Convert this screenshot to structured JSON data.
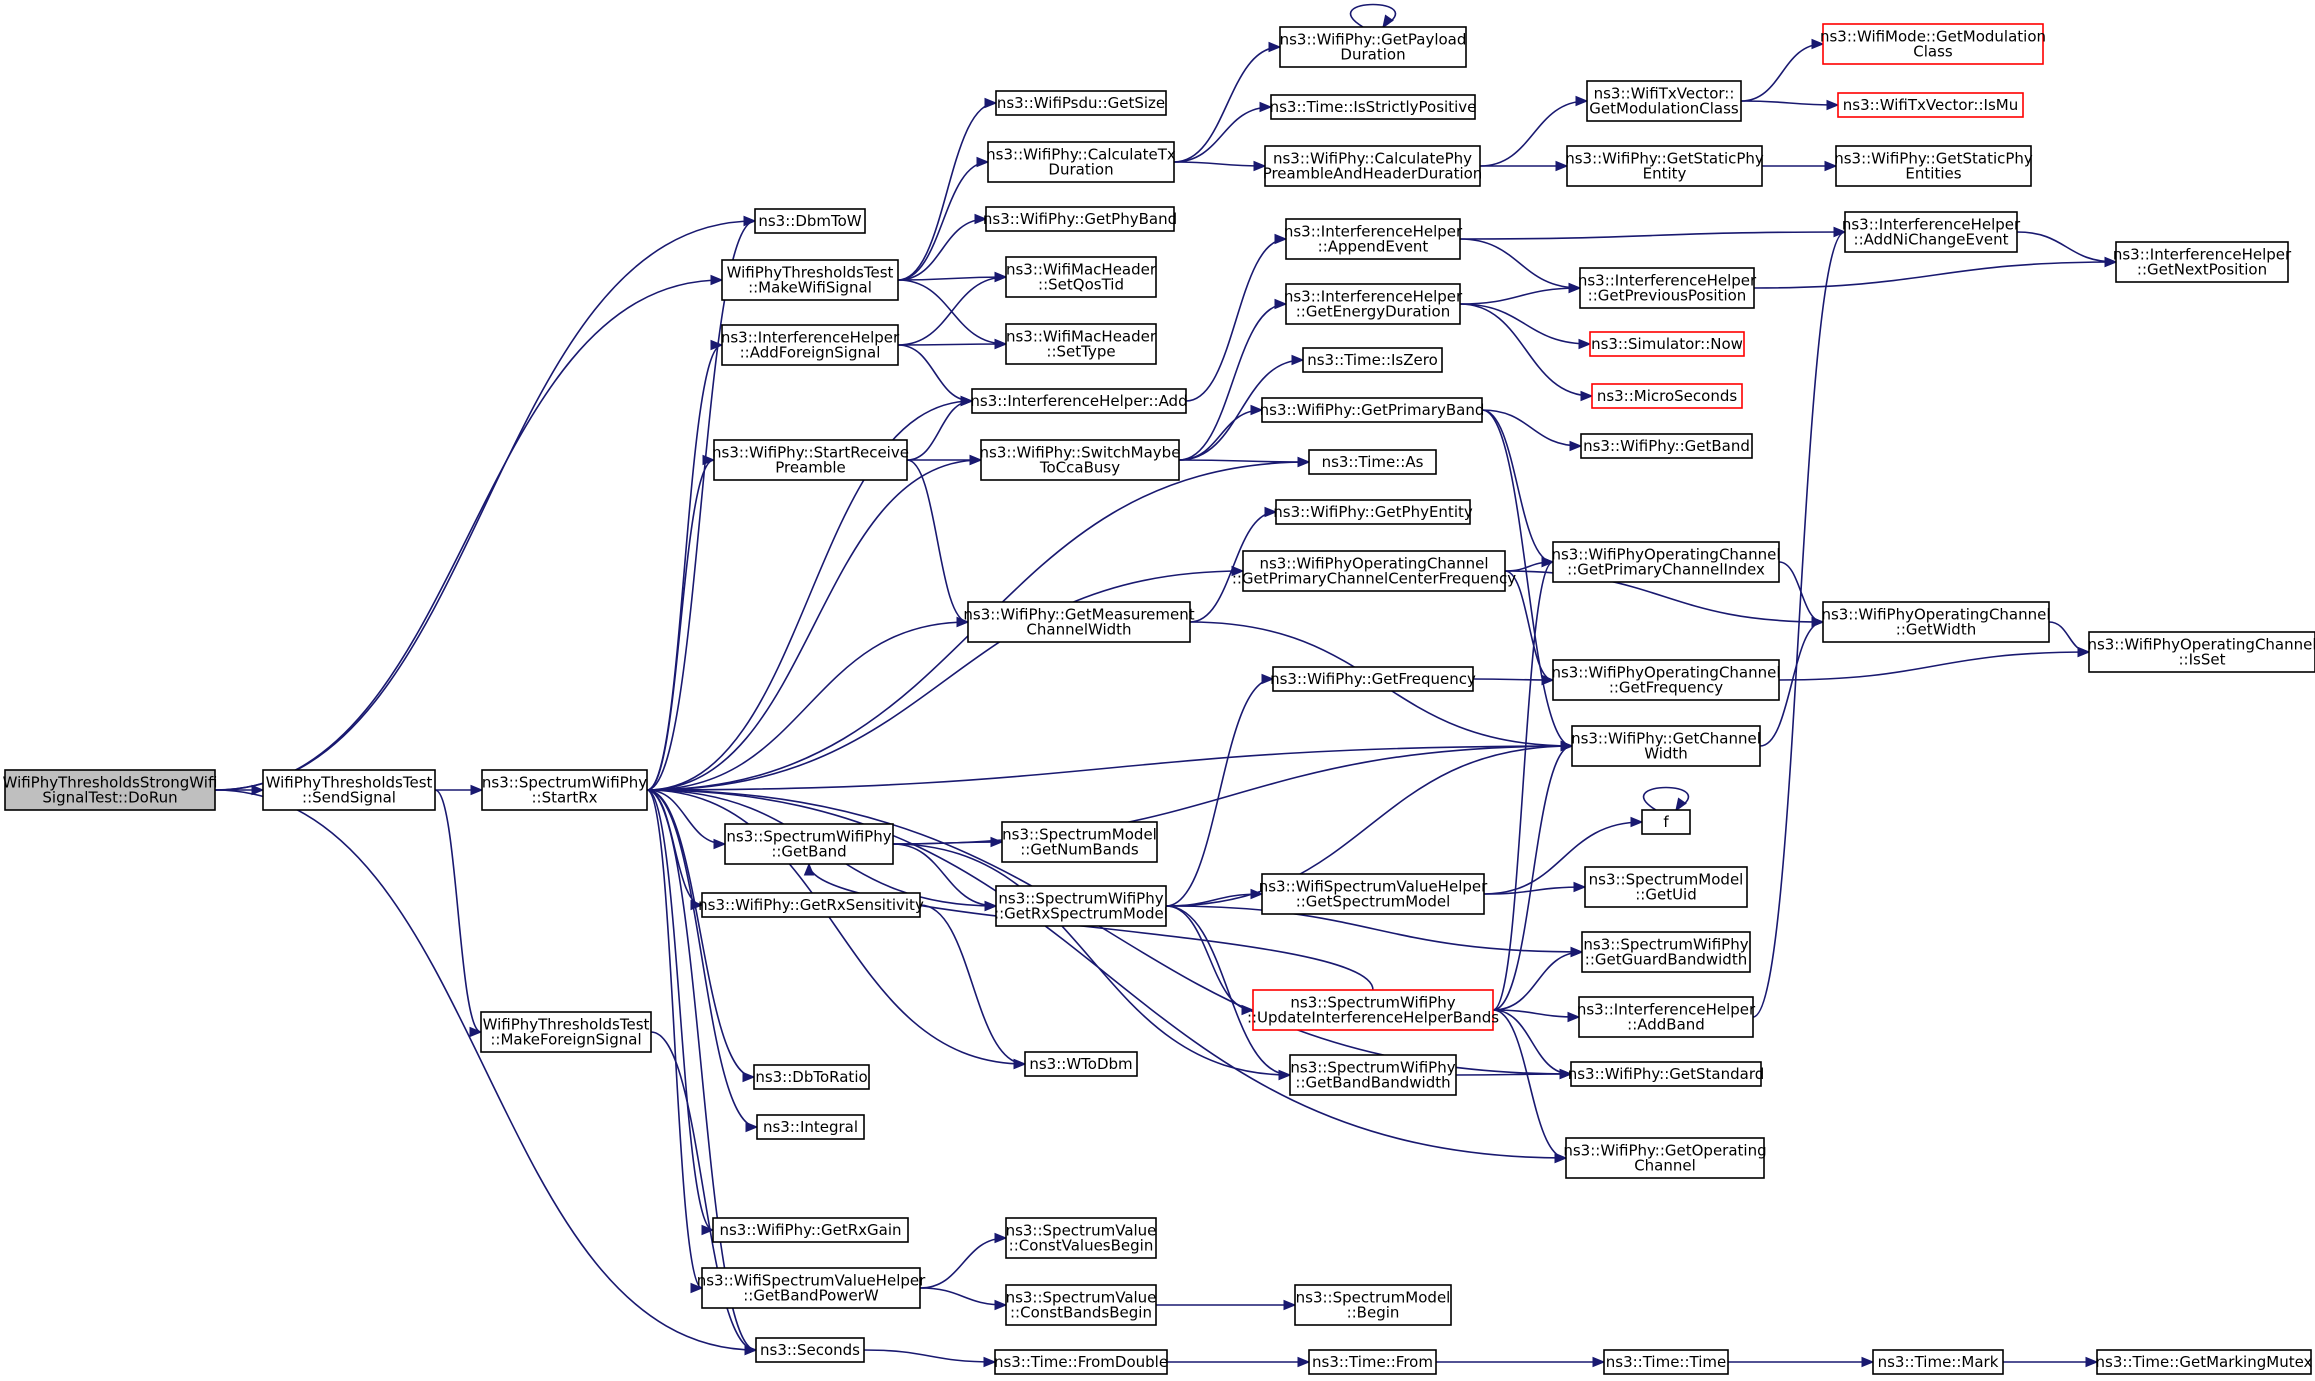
{
  "nodes": [
    {
      "id": "dorun",
      "lines": [
        "WifiPhyThresholdsStrongWifi",
        "SignalTest::DoRun"
      ],
      "style": "root"
    },
    {
      "id": "sendsignal",
      "lines": [
        "WifiPhyThresholdsTest",
        "::SendSignal"
      ]
    },
    {
      "id": "startrx",
      "lines": [
        "ns3::SpectrumWifiPhy",
        "::StartRx"
      ]
    },
    {
      "id": "makeforeign",
      "lines": [
        "WifiPhyThresholdsTest",
        "::MakeForeignSignal"
      ]
    },
    {
      "id": "makewifi",
      "lines": [
        "WifiPhyThresholdsTest",
        "::MakeWifiSignal"
      ]
    },
    {
      "id": "dbmtow",
      "lines": [
        "ns3::DbmToW"
      ]
    },
    {
      "id": "addforeign",
      "lines": [
        "ns3::InterferenceHelper",
        "::AddForeignSignal"
      ]
    },
    {
      "id": "startreceive",
      "lines": [
        "ns3::WifiPhy::StartReceive",
        "Preamble"
      ]
    },
    {
      "id": "spgetband",
      "lines": [
        "ns3::SpectrumWifiPhy",
        "::GetBand"
      ]
    },
    {
      "id": "getrxsens",
      "lines": [
        "ns3::WifiPhy::GetRxSensitivity"
      ]
    },
    {
      "id": "dbtoratio",
      "lines": [
        "ns3::DbToRatio"
      ]
    },
    {
      "id": "integral",
      "lines": [
        "ns3::Integral"
      ]
    },
    {
      "id": "getrxgain",
      "lines": [
        "ns3::WifiPhy::GetRxGain"
      ]
    },
    {
      "id": "getbandpower",
      "lines": [
        "ns3::WifiSpectrumValueHelper",
        "::GetBandPowerW"
      ]
    },
    {
      "id": "seconds",
      "lines": [
        "ns3::Seconds"
      ]
    },
    {
      "id": "psdusize",
      "lines": [
        "ns3::WifiPsdu::GetSize"
      ]
    },
    {
      "id": "calctx",
      "lines": [
        "ns3::WifiPhy::CalculateTx",
        "Duration"
      ]
    },
    {
      "id": "getphyband",
      "lines": [
        "ns3::WifiPhy::GetPhyBand"
      ]
    },
    {
      "id": "setqostid",
      "lines": [
        "ns3::WifiMacHeader",
        "::SetQosTid"
      ]
    },
    {
      "id": "settype",
      "lines": [
        "ns3::WifiMacHeader",
        "::SetType"
      ]
    },
    {
      "id": "ihadd",
      "lines": [
        "ns3::InterferenceHelper::Add"
      ]
    },
    {
      "id": "switchcca",
      "lines": [
        "ns3::WifiPhy::SwitchMaybe",
        "ToCcaBusy"
      ]
    },
    {
      "id": "getmeaswidth",
      "lines": [
        "ns3::WifiPhy::GetMeasurement",
        "ChannelWidth"
      ]
    },
    {
      "id": "getnumbands",
      "lines": [
        "ns3::SpectrumModel",
        "::GetNumBands"
      ]
    },
    {
      "id": "getrxspec",
      "lines": [
        "ns3::SpectrumWifiPhy",
        "::GetRxSpectrumModel"
      ]
    },
    {
      "id": "wtodbm",
      "lines": [
        "ns3::WToDbm"
      ]
    },
    {
      "id": "constvalues",
      "lines": [
        "ns3::SpectrumValue",
        "::ConstValuesBegin"
      ]
    },
    {
      "id": "constbands",
      "lines": [
        "ns3::SpectrumValue",
        "::ConstBandsBegin"
      ]
    },
    {
      "id": "fromdouble",
      "lines": [
        "ns3::Time::FromDouble"
      ]
    },
    {
      "id": "getpayload",
      "lines": [
        "ns3::WifiPhy::GetPayload",
        "Duration"
      ]
    },
    {
      "id": "strictpos",
      "lines": [
        "ns3::Time::IsStrictlyPositive"
      ]
    },
    {
      "id": "calcpreamble",
      "lines": [
        "ns3::WifiPhy::CalculatePhy",
        "PreambleAndHeaderDuration"
      ]
    },
    {
      "id": "appendevent",
      "lines": [
        "ns3::InterferenceHelper",
        "::AppendEvent"
      ]
    },
    {
      "id": "getenergy",
      "lines": [
        "ns3::InterferenceHelper",
        "::GetEnergyDuration"
      ]
    },
    {
      "id": "iszero",
      "lines": [
        "ns3::Time::IsZero"
      ]
    },
    {
      "id": "getprimaryband",
      "lines": [
        "ns3::WifiPhy::GetPrimaryBand"
      ]
    },
    {
      "id": "timeas",
      "lines": [
        "ns3::Time::As"
      ]
    },
    {
      "id": "getphyentity",
      "lines": [
        "ns3::WifiPhy::GetPhyEntity"
      ]
    },
    {
      "id": "primcenterfreq",
      "lines": [
        "ns3::WifiPhyOperatingChannel",
        "::GetPrimaryChannelCenterFrequency"
      ]
    },
    {
      "id": "getfrequency",
      "lines": [
        "ns3::WifiPhy::GetFrequency"
      ]
    },
    {
      "id": "getspecmodel",
      "lines": [
        "ns3::WifiSpectrumValueHelper",
        "::GetSpectrumModel"
      ]
    },
    {
      "id": "updateihbands",
      "lines": [
        "ns3::SpectrumWifiPhy",
        "::UpdateInterferenceHelperBands"
      ],
      "style": "red"
    },
    {
      "id": "getbandbw",
      "lines": [
        "ns3::SpectrumWifiPhy",
        "::GetBandBandwidth"
      ]
    },
    {
      "id": "modelbegin",
      "lines": [
        "ns3::SpectrumModel",
        "::Begin"
      ]
    },
    {
      "id": "timefrom",
      "lines": [
        "ns3::Time::From"
      ]
    },
    {
      "id": "getmodclass",
      "lines": [
        "ns3::WifiTxVector::",
        "GetModulationClass"
      ]
    },
    {
      "id": "getstaticphy",
      "lines": [
        "ns3::WifiPhy::GetStaticPhy",
        "Entity"
      ]
    },
    {
      "id": "getprevpos",
      "lines": [
        "ns3::InterferenceHelper",
        "::GetPreviousPosition"
      ]
    },
    {
      "id": "simnow",
      "lines": [
        "ns3::Simulator::Now"
      ],
      "style": "red"
    },
    {
      "id": "microseconds",
      "lines": [
        "ns3::MicroSeconds"
      ],
      "style": "red"
    },
    {
      "id": "getbandwp",
      "lines": [
        "ns3::WifiPhy::GetBand"
      ]
    },
    {
      "id": "primchidx",
      "lines": [
        "ns3::WifiPhyOperatingChannel",
        "::GetPrimaryChannelIndex"
      ]
    },
    {
      "id": "opchfreq",
      "lines": [
        "ns3::WifiPhyOperatingChannel",
        "::GetFrequency"
      ]
    },
    {
      "id": "getchwidth",
      "lines": [
        "ns3::WifiPhy::GetChannel",
        "Width"
      ]
    },
    {
      "id": "ff",
      "lines": [
        "f"
      ]
    },
    {
      "id": "getuid",
      "lines": [
        "ns3::SpectrumModel",
        "::GetUid"
      ]
    },
    {
      "id": "getguardbw",
      "lines": [
        "ns3::SpectrumWifiPhy",
        "::GetGuardBandwidth"
      ]
    },
    {
      "id": "ihaddband",
      "lines": [
        "ns3::InterferenceHelper",
        "::AddBand"
      ]
    },
    {
      "id": "getstandard",
      "lines": [
        "ns3::WifiPhy::GetStandard"
      ]
    },
    {
      "id": "getopchannel",
      "lines": [
        "ns3::WifiPhy::GetOperating",
        "Channel"
      ]
    },
    {
      "id": "timetime",
      "lines": [
        "ns3::Time::Time"
      ]
    },
    {
      "id": "getmodclassmode",
      "lines": [
        "ns3::WifiMode::GetModulation",
        "Class"
      ],
      "style": "red"
    },
    {
      "id": "ismu",
      "lines": [
        "ns3::WifiTxVector::IsMu"
      ],
      "style": "red"
    },
    {
      "id": "getstaticphyents",
      "lines": [
        "ns3::WifiPhy::GetStaticPhy",
        "Entities"
      ]
    },
    {
      "id": "addnichange",
      "lines": [
        "ns3::InterferenceHelper",
        "::AddNiChangeEvent"
      ]
    },
    {
      "id": "getnextpos",
      "lines": [
        "ns3::InterferenceHelper",
        "::GetNextPosition"
      ]
    },
    {
      "id": "opchwidth",
      "lines": [
        "ns3::WifiPhyOperatingChannel",
        "::GetWidth"
      ]
    },
    {
      "id": "opchisset",
      "lines": [
        "ns3::WifiPhyOperatingChannel",
        "::IsSet"
      ]
    },
    {
      "id": "timemark",
      "lines": [
        "ns3::Time::Mark"
      ]
    },
    {
      "id": "getmarkingmutex",
      "lines": [
        "ns3::Time::GetMarkingMutex"
      ]
    }
  ],
  "edges": [
    [
      "dorun",
      "dbmtow"
    ],
    [
      "dorun",
      "makewifi"
    ],
    [
      "dorun",
      "sendsignal"
    ],
    [
      "dorun",
      "seconds"
    ],
    [
      "sendsignal",
      "startrx"
    ],
    [
      "sendsignal",
      "makeforeign"
    ],
    [
      "makeforeign",
      "seconds"
    ],
    [
      "makewifi",
      "psdusize"
    ],
    [
      "makewifi",
      "calctx"
    ],
    [
      "makewifi",
      "getphyband"
    ],
    [
      "makewifi",
      "setqostid"
    ],
    [
      "makewifi",
      "settype"
    ],
    [
      "addforeign",
      "setqostid"
    ],
    [
      "addforeign",
      "settype"
    ],
    [
      "addforeign",
      "ihadd"
    ],
    [
      "startreceive",
      "ihadd"
    ],
    [
      "startreceive",
      "switchcca"
    ],
    [
      "startreceive",
      "getmeaswidth"
    ],
    [
      "startrx",
      "dbmtow"
    ],
    [
      "startrx",
      "addforeign"
    ],
    [
      "startrx",
      "ihadd"
    ],
    [
      "startrx",
      "startreceive"
    ],
    [
      "startrx",
      "switchcca"
    ],
    [
      "startrx",
      "timeas"
    ],
    [
      "startrx",
      "primcenterfreq"
    ],
    [
      "startrx",
      "getmeaswidth"
    ],
    [
      "startrx",
      "getchwidth"
    ],
    [
      "startrx",
      "spgetband"
    ],
    [
      "startrx",
      "getrxsens"
    ],
    [
      "startrx",
      "wtodbm"
    ],
    [
      "startrx",
      "dbtoratio"
    ],
    [
      "startrx",
      "integral"
    ],
    [
      "startrx",
      "getrxgain"
    ],
    [
      "startrx",
      "getbandpower"
    ],
    [
      "startrx",
      "seconds"
    ],
    [
      "startrx",
      "getstandard"
    ],
    [
      "startrx",
      "getopchannel"
    ],
    [
      "startrx",
      "getrxspec"
    ],
    [
      "calctx",
      "getpayload"
    ],
    [
      "calctx",
      "strictpos"
    ],
    [
      "calctx",
      "calcpreamble"
    ],
    [
      "getpayload",
      "getpayload"
    ],
    [
      "calcpreamble",
      "getmodclass"
    ],
    [
      "calcpreamble",
      "getstaticphy"
    ],
    [
      "getmodclass",
      "getmodclassmode"
    ],
    [
      "getmodclass",
      "ismu"
    ],
    [
      "getstaticphy",
      "getstaticphyents"
    ],
    [
      "ihadd",
      "appendevent"
    ],
    [
      "appendevent",
      "addnichange"
    ],
    [
      "appendevent",
      "getprevpos"
    ],
    [
      "switchcca",
      "getenergy"
    ],
    [
      "switchcca",
      "iszero"
    ],
    [
      "switchcca",
      "getprimaryband"
    ],
    [
      "switchcca",
      "timeas"
    ],
    [
      "getenergy",
      "getprevpos"
    ],
    [
      "getenergy",
      "simnow"
    ],
    [
      "getenergy",
      "microseconds"
    ],
    [
      "getprevpos",
      "getnextpos"
    ],
    [
      "addnichange",
      "getnextpos"
    ],
    [
      "getprimaryband",
      "getbandwp"
    ],
    [
      "getprimaryband",
      "primchidx"
    ],
    [
      "getprimaryband",
      "getchwidth"
    ],
    [
      "getmeaswidth",
      "getphyentity"
    ],
    [
      "getmeaswidth",
      "getchwidth"
    ],
    [
      "primcenterfreq",
      "primchidx"
    ],
    [
      "primcenterfreq",
      "opchfreq"
    ],
    [
      "primcenterfreq",
      "opchwidth"
    ],
    [
      "primchidx",
      "opchwidth"
    ],
    [
      "opchwidth",
      "opchisset"
    ],
    [
      "opchfreq",
      "opchisset"
    ],
    [
      "getfrequency",
      "opchfreq"
    ],
    [
      "getchwidth",
      "opchwidth"
    ],
    [
      "spgetband",
      "getnumbands"
    ],
    [
      "spgetband",
      "getrxspec"
    ],
    [
      "spgetband",
      "getchwidth"
    ],
    [
      "spgetband",
      "getbandbw"
    ],
    [
      "getrxspec",
      "getfrequency"
    ],
    [
      "getrxspec",
      "getchwidth"
    ],
    [
      "getrxspec",
      "getspecmodel"
    ],
    [
      "getrxspec",
      "getguardbw"
    ],
    [
      "getrxspec",
      "updateihbands"
    ],
    [
      "getrxspec",
      "getbandbw"
    ],
    [
      "getspecmodel",
      "ff"
    ],
    [
      "getspecmodel",
      "getuid"
    ],
    [
      "ff",
      "ff"
    ],
    [
      "updateihbands",
      "spgetband"
    ],
    [
      "updateihbands",
      "primchidx"
    ],
    [
      "updateihbands",
      "getchwidth"
    ],
    [
      "updateihbands",
      "getguardbw"
    ],
    [
      "updateihbands",
      "ihaddband"
    ],
    [
      "updateihbands",
      "getstandard"
    ],
    [
      "updateihbands",
      "getopchannel"
    ],
    [
      "ihaddband",
      "addnichange"
    ],
    [
      "getbandbw",
      "getstandard"
    ],
    [
      "getrxsens",
      "wtodbm"
    ],
    [
      "getbandpower",
      "constvalues"
    ],
    [
      "getbandpower",
      "constbands"
    ],
    [
      "constbands",
      "modelbegin"
    ],
    [
      "seconds",
      "fromdouble"
    ],
    [
      "fromdouble",
      "timefrom"
    ],
    [
      "timefrom",
      "timetime"
    ],
    [
      "timetime",
      "timemark"
    ],
    [
      "timemark",
      "getmarkingmutex"
    ]
  ]
}
